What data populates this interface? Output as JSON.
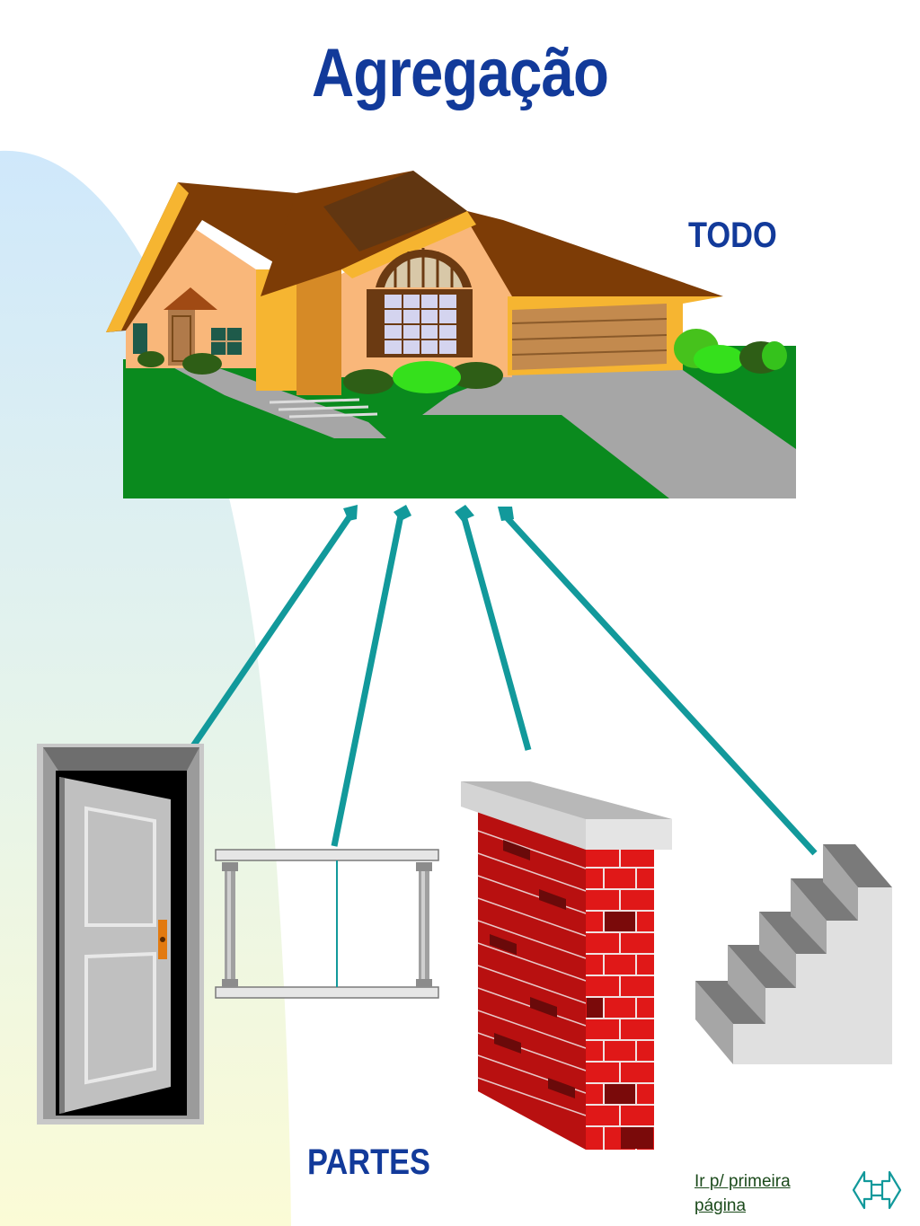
{
  "slide": {
    "title": "Agregação",
    "whole_label": "TODO",
    "parts_label": "PARTES"
  },
  "nodes": {
    "whole": {
      "name": "house"
    },
    "parts": [
      {
        "name": "door"
      },
      {
        "name": "window"
      },
      {
        "name": "wall"
      },
      {
        "name": "stairs"
      }
    ]
  },
  "connectors": {
    "color": "#12999b",
    "count": 4
  },
  "navigation": {
    "first_page_link": "Ir p/ primeira página",
    "arrows_icon": "double-arrow-icon"
  },
  "colors": {
    "title": "#123a9a",
    "link": "#1b4a1b",
    "grass": "#0a8a1e",
    "roof": "#7d3c06",
    "brick": "#c41414"
  }
}
